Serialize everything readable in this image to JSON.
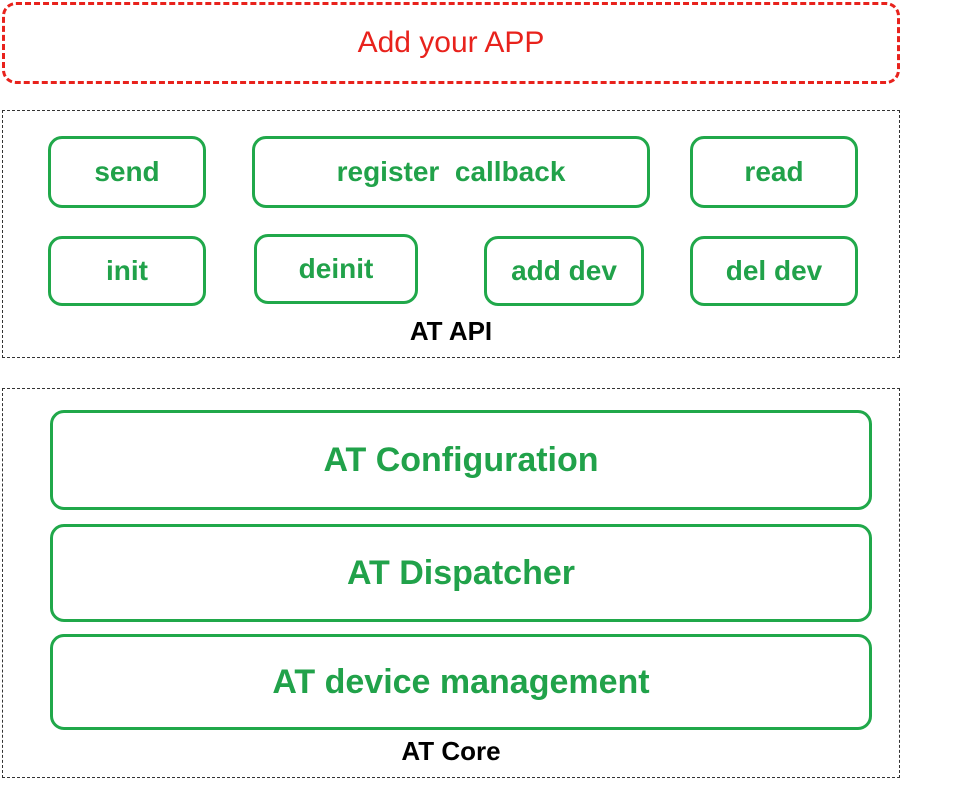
{
  "app": {
    "label": "Add your APP"
  },
  "api": {
    "title": "AT API",
    "functions": {
      "send": "send",
      "register_callback": "register  callback",
      "read": "read",
      "init": "init",
      "deinit": "deinit",
      "add_dev": "add dev",
      "del_dev": "del dev"
    }
  },
  "core": {
    "title": "AT Core",
    "layers": {
      "configuration": "AT Configuration",
      "dispatcher": "AT Dispatcher",
      "device_management": "AT device management"
    }
  },
  "colors": {
    "app_accent": "#e8221c",
    "module_green": "#21a24a",
    "group_border": "#333333"
  }
}
